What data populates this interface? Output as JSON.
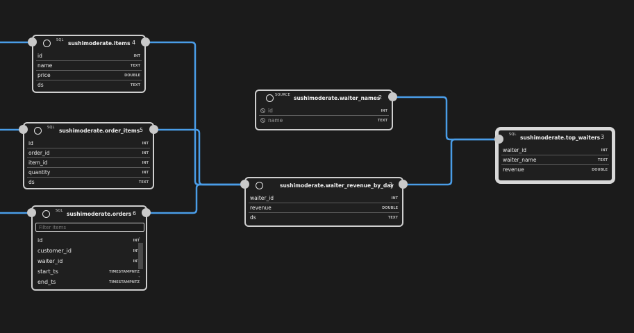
{
  "edge_color": "#4a9de8",
  "nodes": {
    "items": {
      "kind": "SQL",
      "title": "sushimoderate.items",
      "count": "4",
      "columns": [
        {
          "name": "id",
          "type": "INT"
        },
        {
          "name": "name",
          "type": "TEXT"
        },
        {
          "name": "price",
          "type": "DOUBLE"
        },
        {
          "name": "ds",
          "type": "TEXT"
        }
      ]
    },
    "order_items": {
      "kind": "SQL",
      "title": "sushimoderate.order_items",
      "count": "5",
      "columns": [
        {
          "name": "id",
          "type": "INT"
        },
        {
          "name": "order_id",
          "type": "INT"
        },
        {
          "name": "item_id",
          "type": "INT"
        },
        {
          "name": "quantity",
          "type": "INT"
        },
        {
          "name": "ds",
          "type": "TEXT"
        }
      ]
    },
    "orders": {
      "kind": "SQL",
      "title": "sushimoderate.orders",
      "count": "6",
      "filter_placeholder": "Filter items",
      "columns": [
        {
          "name": "id",
          "type": "INT"
        },
        {
          "name": "customer_id",
          "type": "INT"
        },
        {
          "name": "waiter_id",
          "type": "INT"
        },
        {
          "name": "start_ts",
          "type": "TIMESTAMPNTZ"
        },
        {
          "name": "end_ts",
          "type": "TIMESTAMPNTZ"
        }
      ]
    },
    "waiter_names": {
      "kind": "SOURCE",
      "title": "sushimoderate.waiter_names",
      "count": "2",
      "columns": [
        {
          "name": "id",
          "type": "INT"
        },
        {
          "name": "name",
          "type": "TEXT"
        }
      ]
    },
    "waiter_revenue_by_day": {
      "kind": "SQL",
      "title": "sushimoderate.waiter_revenue_by_day",
      "count": "3",
      "columns": [
        {
          "name": "waiter_id",
          "type": "INT"
        },
        {
          "name": "revenue",
          "type": "DOUBLE"
        },
        {
          "name": "ds",
          "type": "TEXT"
        }
      ]
    },
    "top_waiters": {
      "kind": "SQL",
      "title": "sushimoderate.top_waiters",
      "count": "3",
      "columns": [
        {
          "name": "waiter_id",
          "type": "INT"
        },
        {
          "name": "waiter_name",
          "type": "TEXT"
        },
        {
          "name": "revenue",
          "type": "DOUBLE"
        }
      ]
    }
  }
}
